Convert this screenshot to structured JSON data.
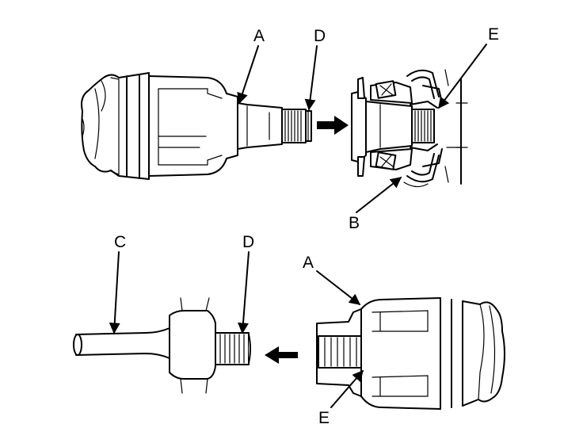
{
  "labels": {
    "top_a": "A",
    "top_d": "D",
    "top_e": "E",
    "top_b": "B",
    "bottom_c": "C",
    "bottom_d": "D",
    "bottom_a": "A",
    "bottom_e": "E"
  }
}
